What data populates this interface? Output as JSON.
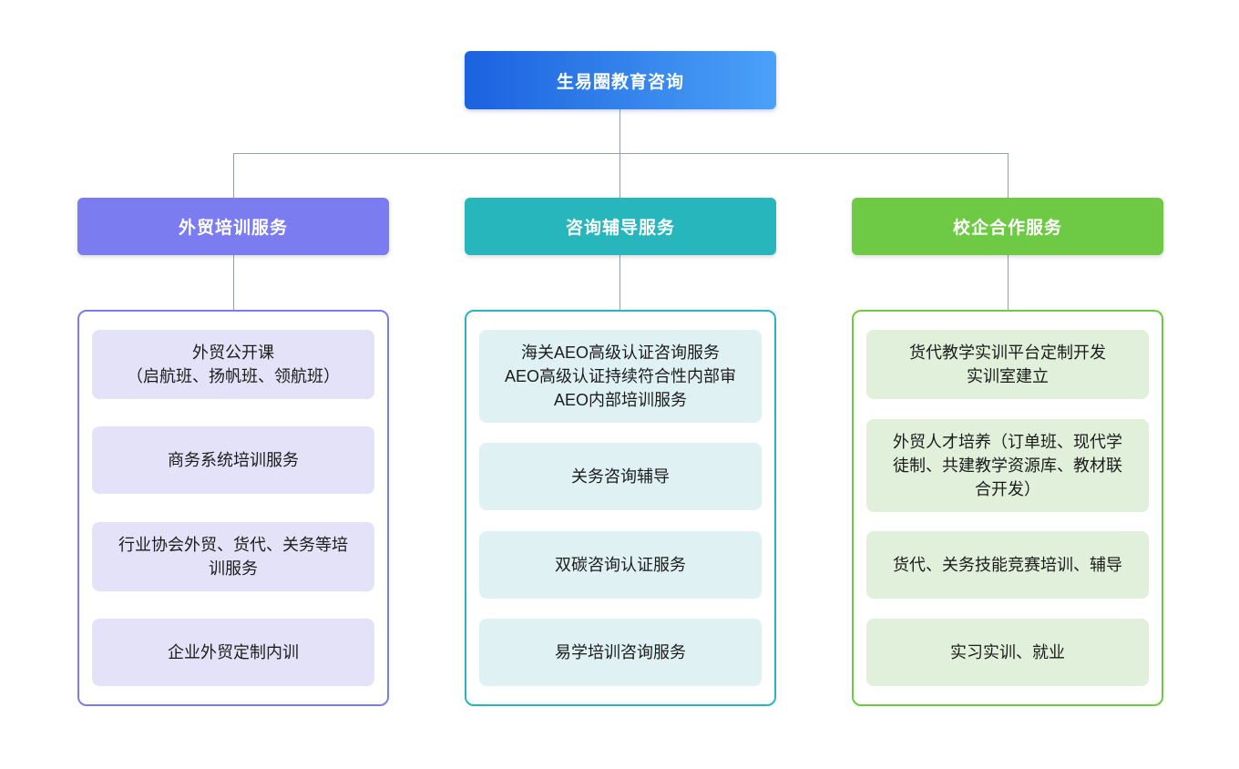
{
  "root": {
    "label": "生易圈教育咨询",
    "gradient_start": "#1b62df",
    "gradient_end": "#4ba1f8"
  },
  "connector_color": "#97a0a8",
  "columns": [
    {
      "title": "外贸培训服务",
      "accent": "#7b7cf0",
      "item_fill": "#e4e2f8",
      "items": [
        "外贸公开课\n（启航班、扬帆班、领航班）",
        "商务系统培训服务",
        "行业协会外贸、货代、关务等培训服务",
        "企业外贸定制内训"
      ]
    },
    {
      "title": "咨询辅导服务",
      "accent": "#26b6bc",
      "item_fill": "#dff1f3",
      "items": [
        "海关AEO高级认证咨询服务\nAEO高级认证持续符合性内部审\nAEO内部培训服务",
        "关务咨询辅导",
        "双碳咨询认证服务",
        "易学培训咨询服务"
      ]
    },
    {
      "title": "校企合作服务",
      "accent": "#6ec944",
      "item_fill": "#e0f0db",
      "items": [
        "货代教学实训平台定制开发\n实训室建立",
        "外贸人才培养（订单班、现代学徒制、共建教学资源库、教材联合开发）",
        "货代、关务技能竞赛培训、辅导",
        "实习实训、就业"
      ]
    }
  ]
}
